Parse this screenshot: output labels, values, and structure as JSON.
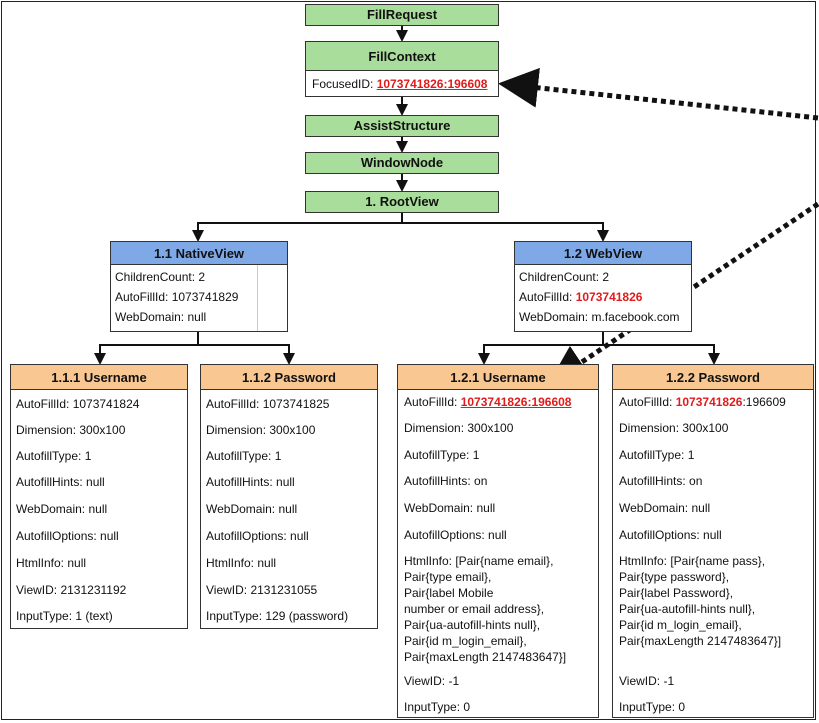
{
  "top": {
    "fill_request": "FillRequest",
    "fill_context": "FillContext",
    "focused_label": "FocusedID: ",
    "focused_value": "1073741826:196608",
    "assist_structure": "AssistStructure",
    "window_node": "WindowNode",
    "root_view": "1. RootView"
  },
  "native_view": {
    "title": "1.1 NativeView",
    "children_count": "ChildrenCount: 2",
    "autofill_id": "AutoFillId: 1073741829",
    "web_domain": "WebDomain: null"
  },
  "web_view": {
    "title": "1.2 WebView",
    "children_count": "ChildrenCount: 2",
    "autofill_label": "AutoFillId: ",
    "autofill_value": "1073741826",
    "web_domain": "WebDomain: m.facebook.com"
  },
  "node_111": {
    "title": "1.1.1 Username",
    "autofill_id": "AutoFillId: 1073741824",
    "dimension": "Dimension: 300x100",
    "autofill_type": "AutofillType: 1",
    "autofill_hints": "AutofillHints: null",
    "web_domain": "WebDomain: null",
    "autofill_options": "AutofillOptions: null",
    "html_info": "HtmlInfo: null",
    "view_id": "ViewID: 2131231192",
    "input_type": "InputType: 1 (text)"
  },
  "node_112": {
    "title": "1.1.2 Password",
    "autofill_id": "AutoFillId: 1073741825",
    "dimension": "Dimension: 300x100",
    "autofill_type": "AutofillType: 1",
    "autofill_hints": "AutofillHints: null",
    "web_domain": "WebDomain: null",
    "autofill_options": "AutofillOptions: null",
    "html_info": "HtmlInfo: null",
    "view_id": "ViewID: 2131231055",
    "input_type": "InputType: 129 (password)"
  },
  "node_121": {
    "title": "1.2.1 Username",
    "autofill_label": "AutoFillId: ",
    "autofill_value": "1073741826:196608",
    "dimension": "Dimension: 300x100",
    "autofill_type": "AutofillType: 1",
    "autofill_hints": "AutofillHints: on",
    "web_domain": "WebDomain: null",
    "autofill_options": "AutofillOptions: null",
    "html_info": [
      "HtmlInfo: [Pair{name email},",
      "Pair{type email},",
      "Pair{label Mobile",
      "number or email address},",
      "Pair{ua-autofill-hints null},",
      "Pair{id m_login_email},",
      "Pair{maxLength 2147483647}]"
    ],
    "view_id": "ViewID: -1",
    "input_type": "InputType: 0"
  },
  "node_122": {
    "title": "1.2.2 Password",
    "autofill_label": "AutoFillId: ",
    "autofill_value_red": "1073741826",
    "autofill_value_rest": ":196609",
    "dimension": "Dimension: 300x100",
    "autofill_type": "AutofillType: 1",
    "autofill_hints": "AutofillHints: on",
    "web_domain": "WebDomain: null",
    "autofill_options": "AutofillOptions: null",
    "html_info": [
      "HtmlInfo: [Pair{name pass},",
      "Pair{type password},",
      "Pair{label Password},",
      "Pair{ua-autofill-hints null},",
      "Pair{id m_login_email},",
      "Pair{maxLength 2147483647}]"
    ],
    "view_id": "ViewID: -1",
    "input_type": "InputType: 0"
  }
}
